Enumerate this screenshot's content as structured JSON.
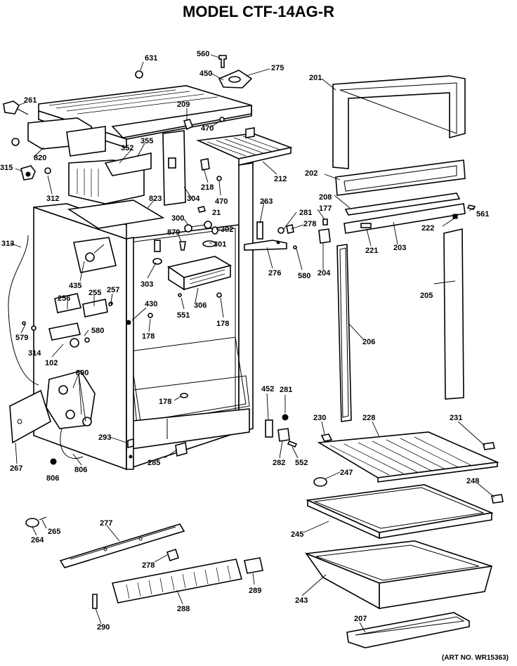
{
  "title": "MODEL CTF-14AG-R",
  "art_number": "(ART NO. WR15363)",
  "callouts": [
    "631",
    "560",
    "275",
    "450",
    "470",
    "209",
    "201",
    "261",
    "352",
    "355",
    "820",
    "315",
    "312",
    "212",
    "218",
    "470",
    "21",
    "202",
    "208",
    "561",
    "823",
    "304",
    "263",
    "281",
    "177",
    "278",
    "300",
    "879",
    "302",
    "301",
    "222",
    "313",
    "580",
    "221",
    "203",
    "276",
    "204",
    "435",
    "303",
    "257",
    "256",
    "255",
    "430",
    "551",
    "306",
    "178",
    "205",
    "178",
    "579",
    "580",
    "314",
    "102",
    "206",
    "800",
    "452",
    "281",
    "178",
    "293",
    "230",
    "228",
    "231",
    "267",
    "285",
    "282",
    "552",
    "247",
    "248",
    "806",
    "806",
    "245",
    "265",
    "264",
    "277",
    "278",
    "289",
    "243",
    "288",
    "207",
    "290"
  ]
}
